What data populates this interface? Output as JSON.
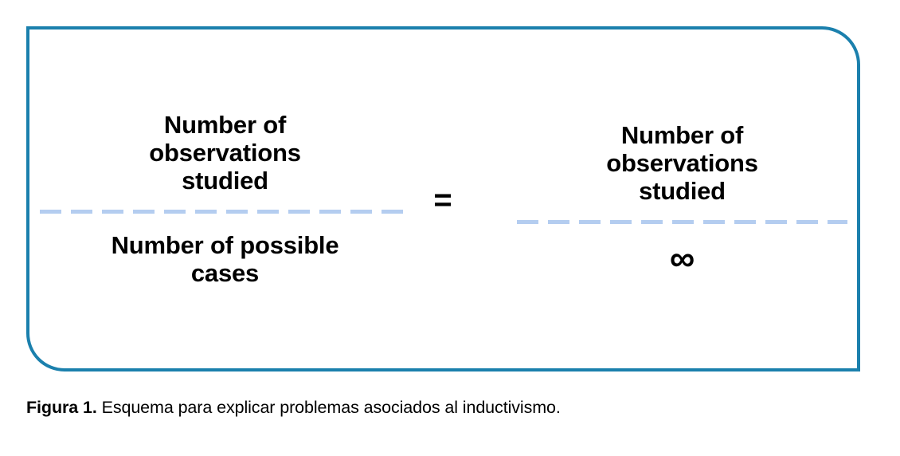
{
  "figure": {
    "border_color": "#1b80ad",
    "dash_color": "#b4cdf0",
    "text_color": "#000000",
    "equation": {
      "left_fraction": {
        "numerator": "Number of\nobservations\nstudied",
        "denominator": "Number of possible\ncases",
        "bar_style": "dashed"
      },
      "operator": "=",
      "right_fraction": {
        "numerator": "Number of\nobservations\nstudied",
        "denominator": "∞",
        "bar_style": "dashed"
      }
    }
  },
  "caption": {
    "label": "Figura 1.",
    "text": " Esquema para explicar problemas asociados al inductivismo."
  }
}
